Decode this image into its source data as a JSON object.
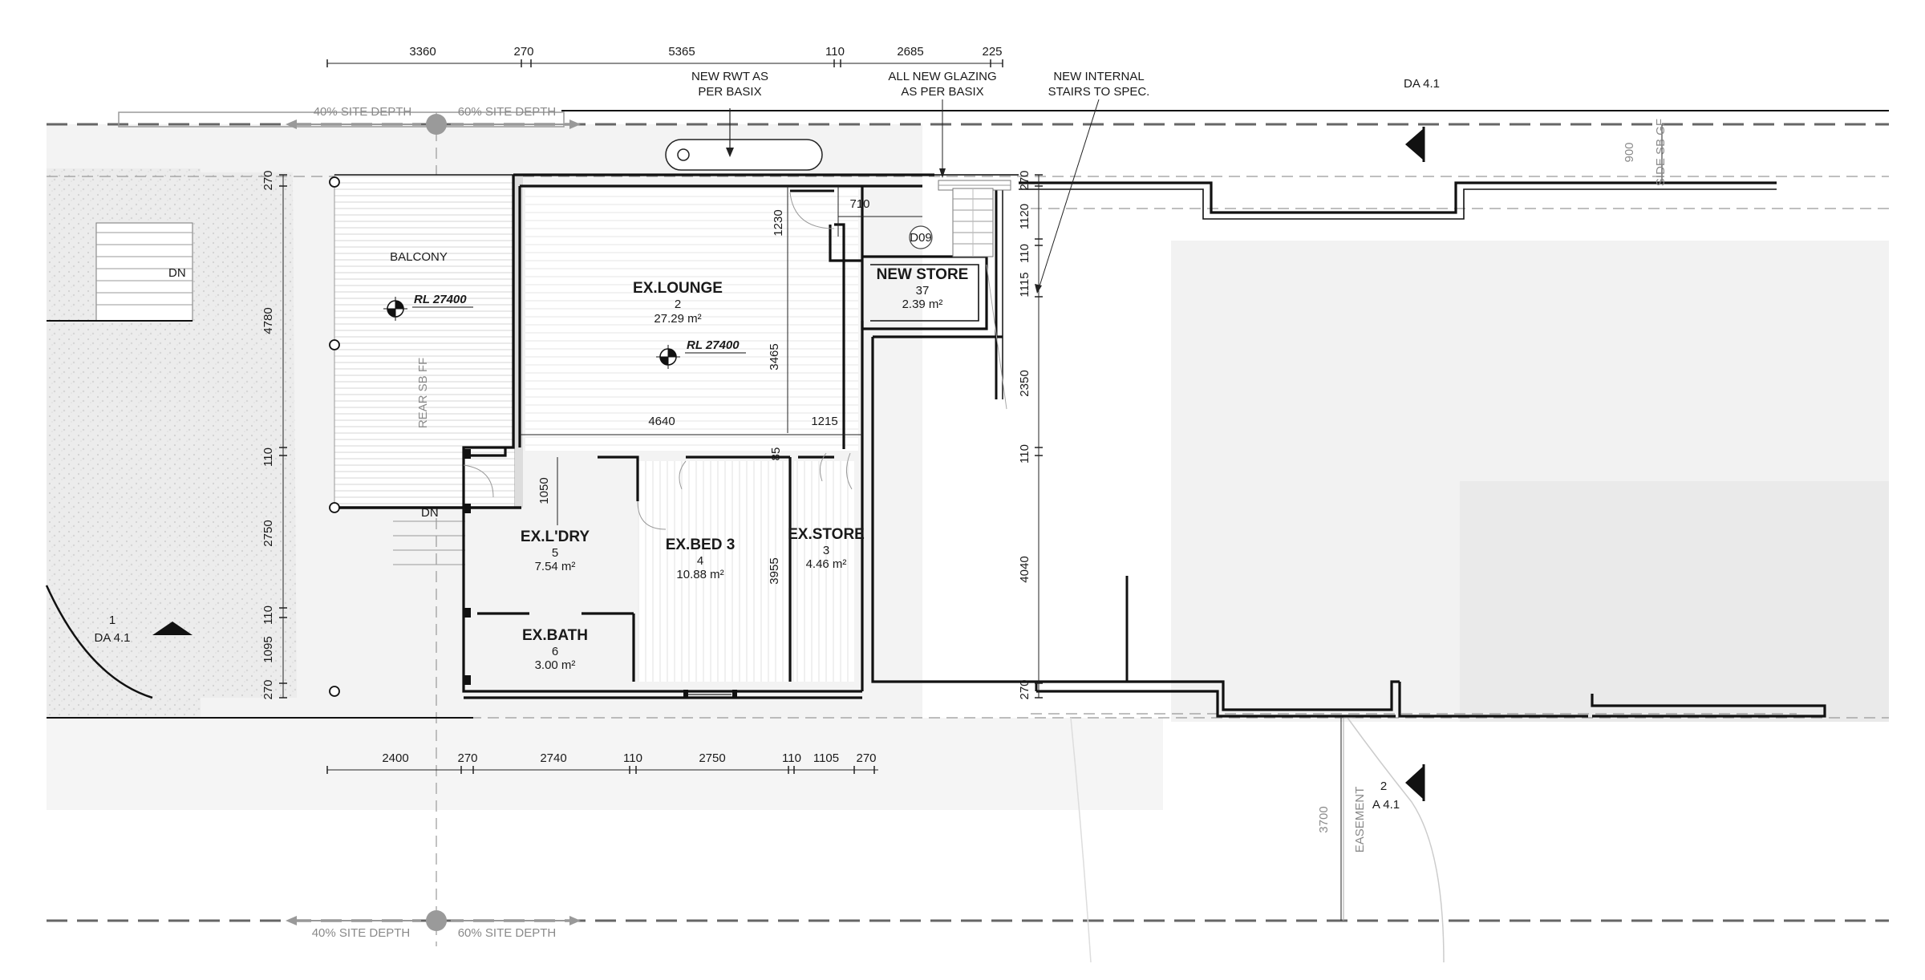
{
  "drawing": {
    "top_dimensions": [
      "3360",
      "270",
      "5365",
      "110",
      "2685",
      "225"
    ],
    "bottom_dimensions": [
      "2400",
      "270",
      "2740",
      "110",
      "2750",
      "110",
      "1105",
      "270"
    ],
    "left_dimensions": [
      "270",
      "4780",
      "110",
      "2750",
      "110",
      "1095",
      "270"
    ],
    "right_dimensions": [
      "270",
      "1120",
      "110",
      "1115",
      "2350",
      "110",
      "4040",
      "270"
    ],
    "interior_dimensions": {
      "d710": "710",
      "d1230": "1230",
      "d3465": "3465",
      "d4640": "4640",
      "d1215": "1215",
      "d85": "85",
      "d1050": "1050",
      "d3955": "3955",
      "d3700": "3700",
      "d900": "900"
    },
    "notes": {
      "rwt_line1": "NEW RWT AS",
      "rwt_line2": "PER BASIX",
      "glazing_line1": "ALL NEW GLAZING",
      "glazing_line2": "AS PER BASIX",
      "stairs_line1": "NEW INTERNAL",
      "stairs_line2": "STAIRS TO SPEC.",
      "door_tag": "D09",
      "dn_upper": "DN",
      "dn_lower": "DN"
    },
    "site_depth": {
      "left_label": "40% SITE DEPTH",
      "right_label": "60% SITE DEPTH"
    },
    "setbacks": {
      "rear": "REAR SB FF",
      "side": "SIDE SB GF",
      "easement": "EASEMENT"
    },
    "section_markers": {
      "top_ref": "DA 4.1",
      "left_number": "1",
      "left_ref": "DA 4.1",
      "bottom_number": "2",
      "bottom_ref": "A 4.1"
    },
    "levels": {
      "balcony_rl": "RL 27400",
      "lounge_rl": "RL 27400"
    },
    "rooms": [
      {
        "name": "BALCONY",
        "number": "",
        "area": ""
      },
      {
        "name": "EX.LOUNGE",
        "number": "2",
        "area": "27.29 m²"
      },
      {
        "name": "NEW STORE",
        "number": "37",
        "area": "2.39 m²"
      },
      {
        "name": "EX.L'DRY",
        "number": "5",
        "area": "7.54 m²"
      },
      {
        "name": "EX.BED 3",
        "number": "4",
        "area": "10.88 m²"
      },
      {
        "name": "EX.STORE",
        "number": "3",
        "area": "4.46 m²"
      },
      {
        "name": "EX.BATH",
        "number": "6",
        "area": "3.00 m²"
      }
    ]
  }
}
